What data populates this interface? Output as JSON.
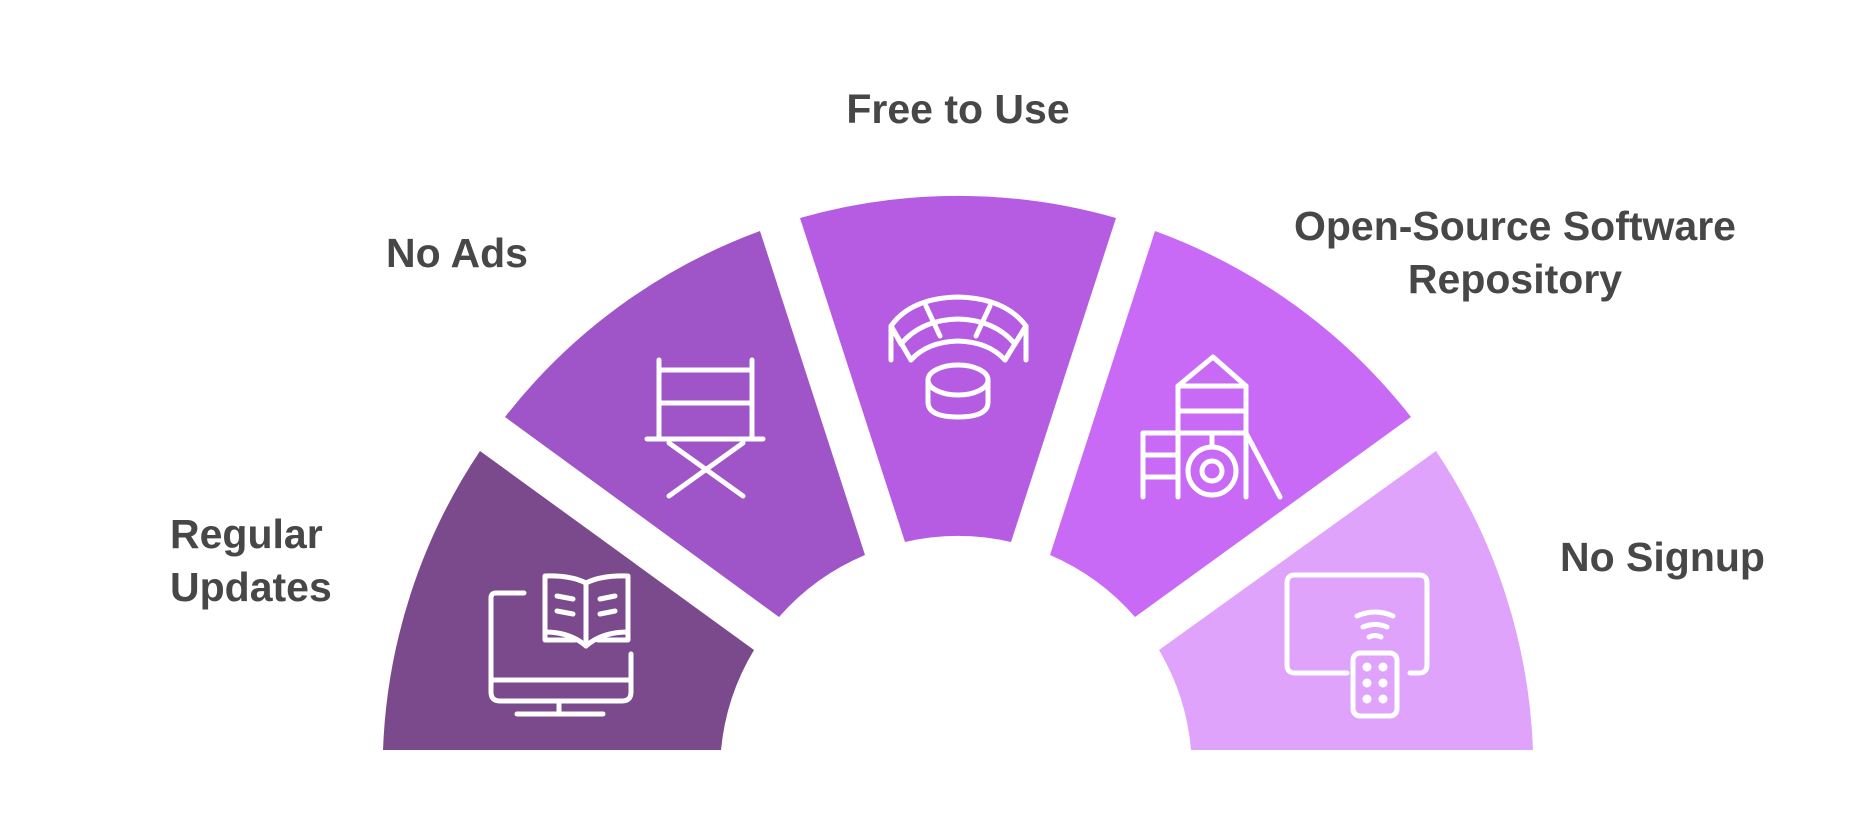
{
  "segments": [
    {
      "label": "Regular\nUpdates",
      "color": "#7a4a8d",
      "icon": "book-monitor-icon"
    },
    {
      "label": "No Ads",
      "color": "#9f55c8",
      "icon": "director-chair-icon"
    },
    {
      "label": "Free to Use",
      "color": "#b65ce2",
      "icon": "stadium-coin-icon"
    },
    {
      "label": "Open-Source Software\nRepository",
      "color": "#c96af6",
      "icon": "playground-icon"
    },
    {
      "label": "No Signup",
      "color": "#e0a3fb",
      "icon": "tv-remote-icon"
    }
  ]
}
